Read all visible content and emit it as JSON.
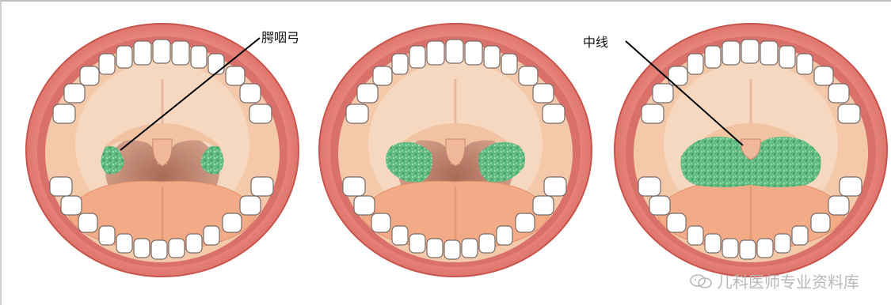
{
  "labels": {
    "left": "腭咽弓",
    "right": "中线"
  },
  "watermark": {
    "text": "儿科医师专业资料库",
    "icon": "wechat-icon"
  },
  "colors": {
    "lip": "#e3776f",
    "lip_dark": "#c9544c",
    "mouth_inside": "#f2c7a6",
    "palate": "#f6d5bb",
    "throat": "#c78d77",
    "tongue": "#f0aa84",
    "tonsil": "#58b67a",
    "tooth": "#ffffff"
  },
  "tonsil_grade": [
    1,
    2,
    3
  ]
}
